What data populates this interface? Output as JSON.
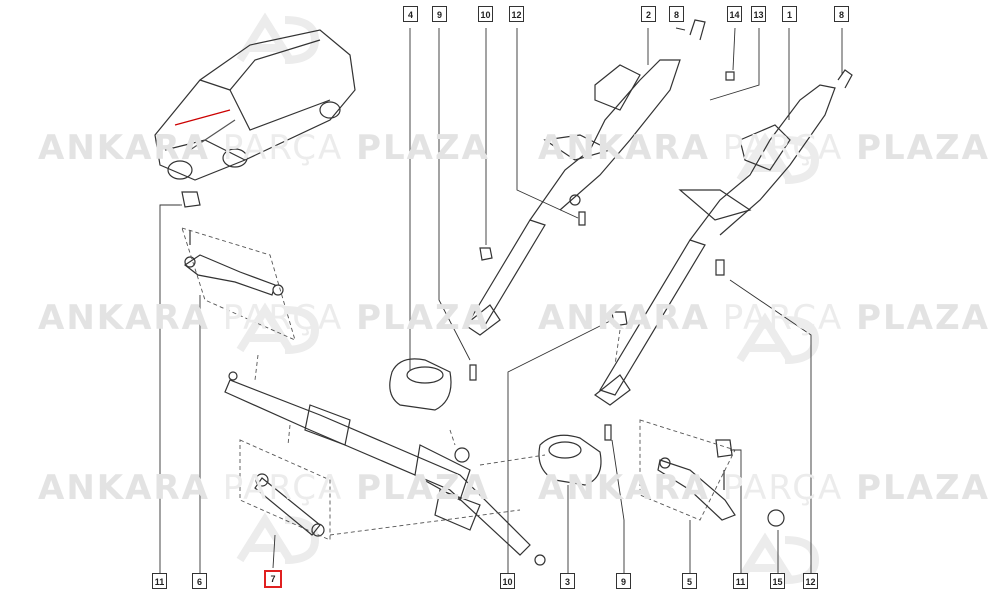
{
  "watermark": {
    "text_bold_1": "ANKARA",
    "text_light": "PARÇA",
    "text_bold_2": "PLAZA"
  },
  "callouts": {
    "top": [
      "4",
      "9",
      "10",
      "12",
      "2",
      "8",
      "14",
      "13",
      "1",
      "8"
    ],
    "bottom": [
      "11",
      "6",
      "7",
      "10",
      "3",
      "9",
      "5",
      "11",
      "15",
      "12"
    ]
  },
  "highlight_color": "#e02020"
}
